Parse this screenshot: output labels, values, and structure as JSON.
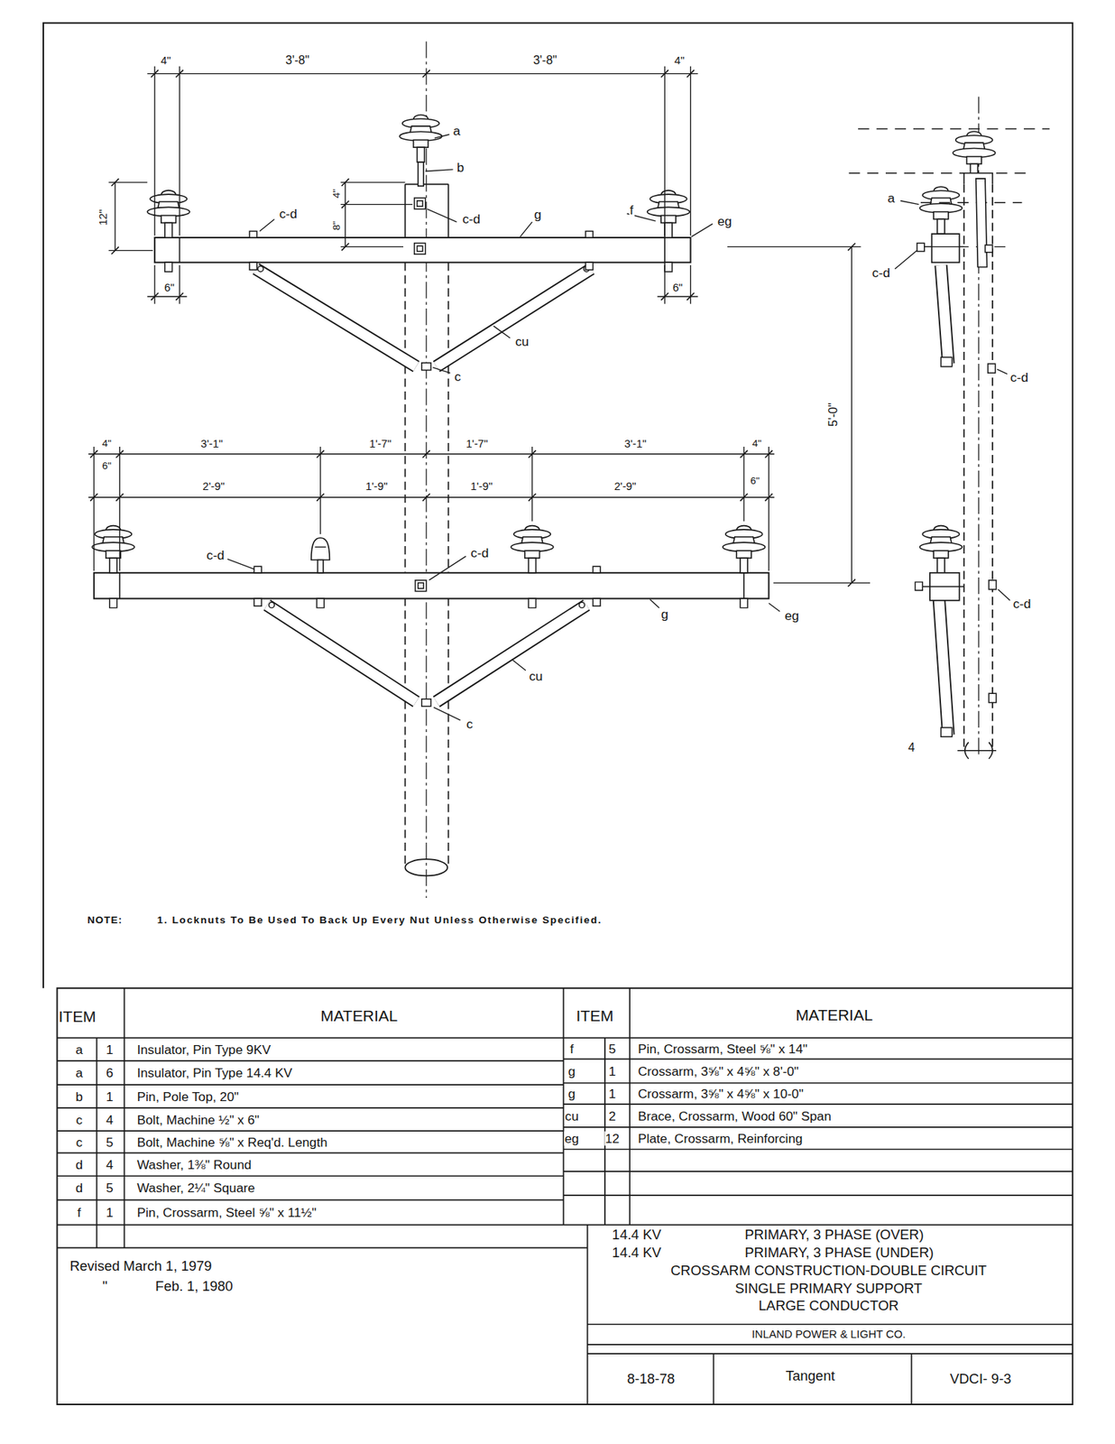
{
  "diagram": {
    "labels": [
      "4\"",
      "3'-8\"",
      "3'-8\"",
      "4\"",
      "a",
      "b",
      "12\"",
      "4\"",
      "8\"",
      "c-d",
      "c-d",
      "g",
      "f",
      "eg",
      "6\"",
      "6\"",
      "cu",
      "c",
      "5'-0\"",
      "a",
      "c-d",
      "c-d",
      "c-d",
      "4",
      "4\"",
      "3'-1\"",
      "1'-7\"",
      "1'-7\"",
      "3'-1\"",
      "4\"",
      "6\"",
      "2'-9\"",
      "1'-9\"",
      "1'-9\"",
      "2'-9\"",
      "6\"",
      "c-d",
      "c-d",
      "g",
      "eg",
      "cu",
      "c",
      "NOTE:",
      "1. Locknuts To Be Used To Back Up Every Nut Unless Otherwise Specified.",
      "ITEM",
      "MATERIAL",
      "ITEM",
      "MATERIAL",
      "a",
      "1",
      "Insulator, Pin Type 9KV",
      "a",
      "6",
      "Insulator, Pin Type 14.4 KV",
      "b",
      "1",
      "Pin, Pole Top, 20\"",
      "c",
      "4",
      "Bolt, Machine ½\" x 6\"",
      "c",
      "5",
      "Bolt, Machine ⅝\" x Req'd. Length",
      "d",
      "4",
      "Washer, 1⅜\" Round",
      "d",
      "5",
      "Washer, 2¼\" Square",
      "f",
      "1",
      "Pin, Crossarm, Steel ⅝\" x 11½\"",
      "f",
      "5",
      "Pin, Crossarm, Steel ⅝\" x 14\"",
      "g",
      "1",
      "Crossarm, 3⅝\" x 4⅝\" x 8'-0\"",
      "g",
      "1",
      "Crossarm, 3⅝\" x 4⅝\" x 10-0\"",
      "cu",
      "2",
      "Brace, Crossarm, Wood 60\" Span",
      "eg",
      "12",
      "Plate, Crossarm, Reinforcing",
      "Revised March 1, 1979",
      "\"",
      "Feb. 1, 1980",
      "14.4 KV",
      "PRIMARY, 3 PHASE (OVER)",
      "14.4 KV",
      "PRIMARY, 3 PHASE (UNDER)",
      "CROSSARM CONSTRUCTION-DOUBLE CIRCUIT",
      "SINGLE PRIMARY SUPPORT",
      "LARGE CONDUCTOR",
      "INLAND POWER & LIGHT CO.",
      "8-18-78",
      "Tangent",
      "VDCI- 9-3"
    ]
  }
}
